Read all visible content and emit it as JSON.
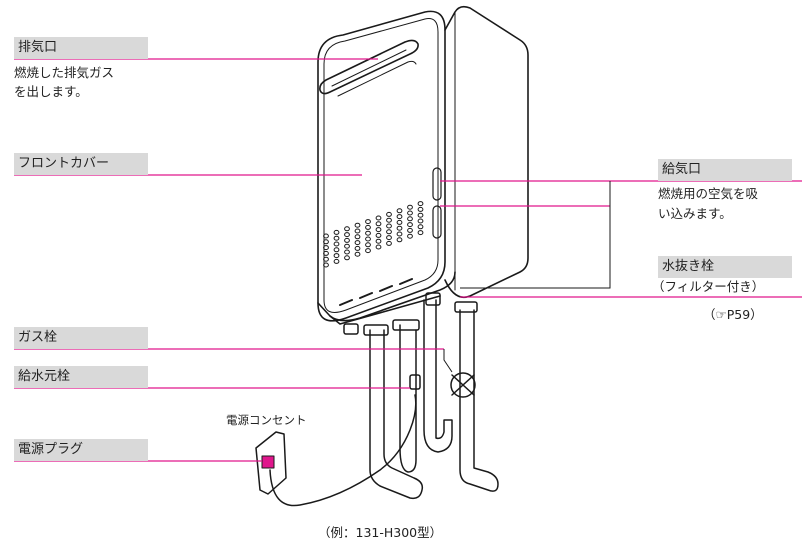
{
  "labels": {
    "exhaust": {
      "title": "排気口",
      "desc1": "燃焼した排気ガス",
      "desc2": "を出します。"
    },
    "front_cover": {
      "title": "フロントカバー"
    },
    "intake": {
      "title": "給気口",
      "desc1": "燃焼用の空気を吸",
      "desc2": "い込みます。"
    },
    "drain": {
      "title": "水抜き栓",
      "title2": "（フィルター付き）",
      "ref": "（☞P59）"
    },
    "gas_valve": {
      "title": "ガス栓"
    },
    "water_valve": {
      "title": "給水元栓"
    },
    "outlet": {
      "text": "電源コンセント"
    },
    "plug": {
      "title": "電源プラグ"
    }
  },
  "caption": "（例：131-H300型）",
  "colors": {
    "leader": "#e0168c",
    "tag_bg": "#d9d9d9",
    "line": "#1a1a1a"
  }
}
